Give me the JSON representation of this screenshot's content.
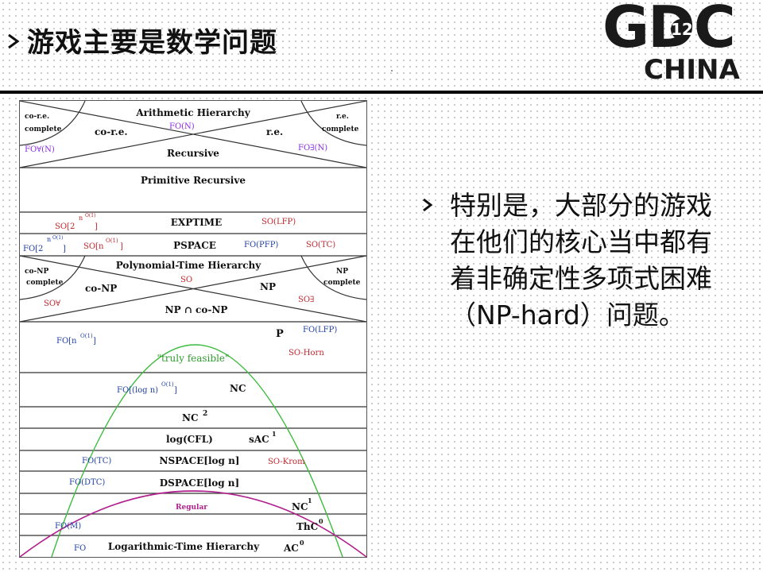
{
  "slide": {
    "title": "游戏主要是数学问题",
    "bullet": "特别是，大部分的游戏在他们的核心当中都有着非确定性多项式困难（NP-hard）问题。"
  },
  "logo": {
    "main": "GDC",
    "badge": "12",
    "sub": "CHINA"
  },
  "diagram": {
    "labels": {
      "arith": "Arithmetic Hierarchy",
      "core_tl": "co-r.e.",
      "complete_tl": "complete",
      "core_mid": "co-r.e.",
      "fo_n_top": "FO(N)",
      "re_mid": "r.e.",
      "re_tr": "r.e.",
      "complete_tr": "complete",
      "fo_forall_n": "FO∀(N)",
      "recursive": "Recursive",
      "fo_exists_n": "FO∃(N)",
      "prim_rec": "Primitive Recursive",
      "so_exp": "SO[2",
      "exp_sup": "n",
      "exp_sup2": "O(1)",
      "exp_close": "]",
      "exptime": "EXPTIME",
      "so_lfp": "SO(LFP)",
      "fo_exp": "FO[2",
      "fo_exp_sup": "n",
      "fo_exp_sup2": "O(1)",
      "fo_exp_close": "]",
      "so_poly": "SO[n",
      "so_poly_sup": "O(1)",
      "so_poly_close": "]",
      "pspace": "PSPACE",
      "fo_pfp": "FO(PFP)",
      "so_tc": "SO(TC)",
      "poly_hier": "Polynomial-Time Hierarchy",
      "conp_tl": "co-NP",
      "complete_l": "complete",
      "so": "SO",
      "np_tr": "NP",
      "complete_r": "complete",
      "conp": "co-NP",
      "np": "NP",
      "so_forall": "SO∀",
      "so_exists": "SO∃",
      "np_cap": "NP ∩ co-NP",
      "fo_poly": "FO[n",
      "fo_poly_sup": "O(1)",
      "fo_poly_close": "]",
      "p": "P",
      "fo_lfp": "FO(LFP)",
      "truly": "\"truly feasible\"",
      "so_horn": "SO-Horn",
      "fo_log": "FO[(log n)",
      "fo_log_sup": "O(1)",
      "fo_log_close": "]",
      "nc": "NC",
      "nc2": "NC",
      "nc2_sup": "2",
      "logcfl": "log(CFL)",
      "sac1": "sAC",
      "sac1_sup": "1",
      "fo_tc": "FO(TC)",
      "nspace": "NSPACE[log n]",
      "so_krom": "SO-Krom",
      "fo_dtc": "FO(DTC)",
      "dspace": "DSPACE[log n]",
      "regular": "Regular",
      "nc1": "NC",
      "nc1_sup": "1",
      "fo_m": "FO(M)",
      "thc0": "ThC",
      "thc0_sup": "0",
      "fo": "FO",
      "log_hier": "Logarithmic-Time Hierarchy",
      "ac0": "AC",
      "ac0_sup": "0"
    }
  },
  "colors": {
    "black": "#111111",
    "rule": "#000000",
    "purple_label": "#8a2be2",
    "red_label": "#c0262d",
    "blue_label": "#1f3fa6",
    "green_curve": "#3dbb3d",
    "green_text": "#2f9a2f",
    "magenta_curve": "#b0208e"
  }
}
